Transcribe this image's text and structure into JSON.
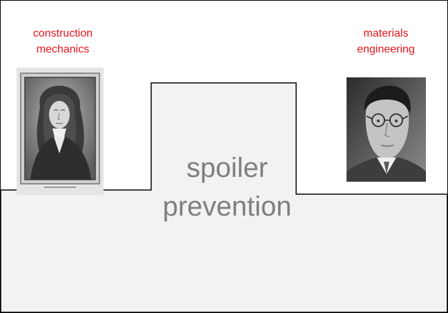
{
  "slide": {
    "left_caption": {
      "line1": "construction",
      "line2": "mechanics"
    },
    "right_caption": {
      "line1": "materials",
      "line2": "engineering"
    },
    "center_label": {
      "line1": "spoiler",
      "line2": "prevention"
    },
    "left_portrait": {
      "description_icon": "engraved-portrait-long-haired-man-icon"
    },
    "right_portrait": {
      "description_icon": "photo-portrait-man-with-glasses-icon"
    },
    "colors": {
      "caption": "#e8141b",
      "center_text": "#7f7f7f",
      "podium_fill": "#f2f2f2",
      "outline": "#000000"
    }
  }
}
